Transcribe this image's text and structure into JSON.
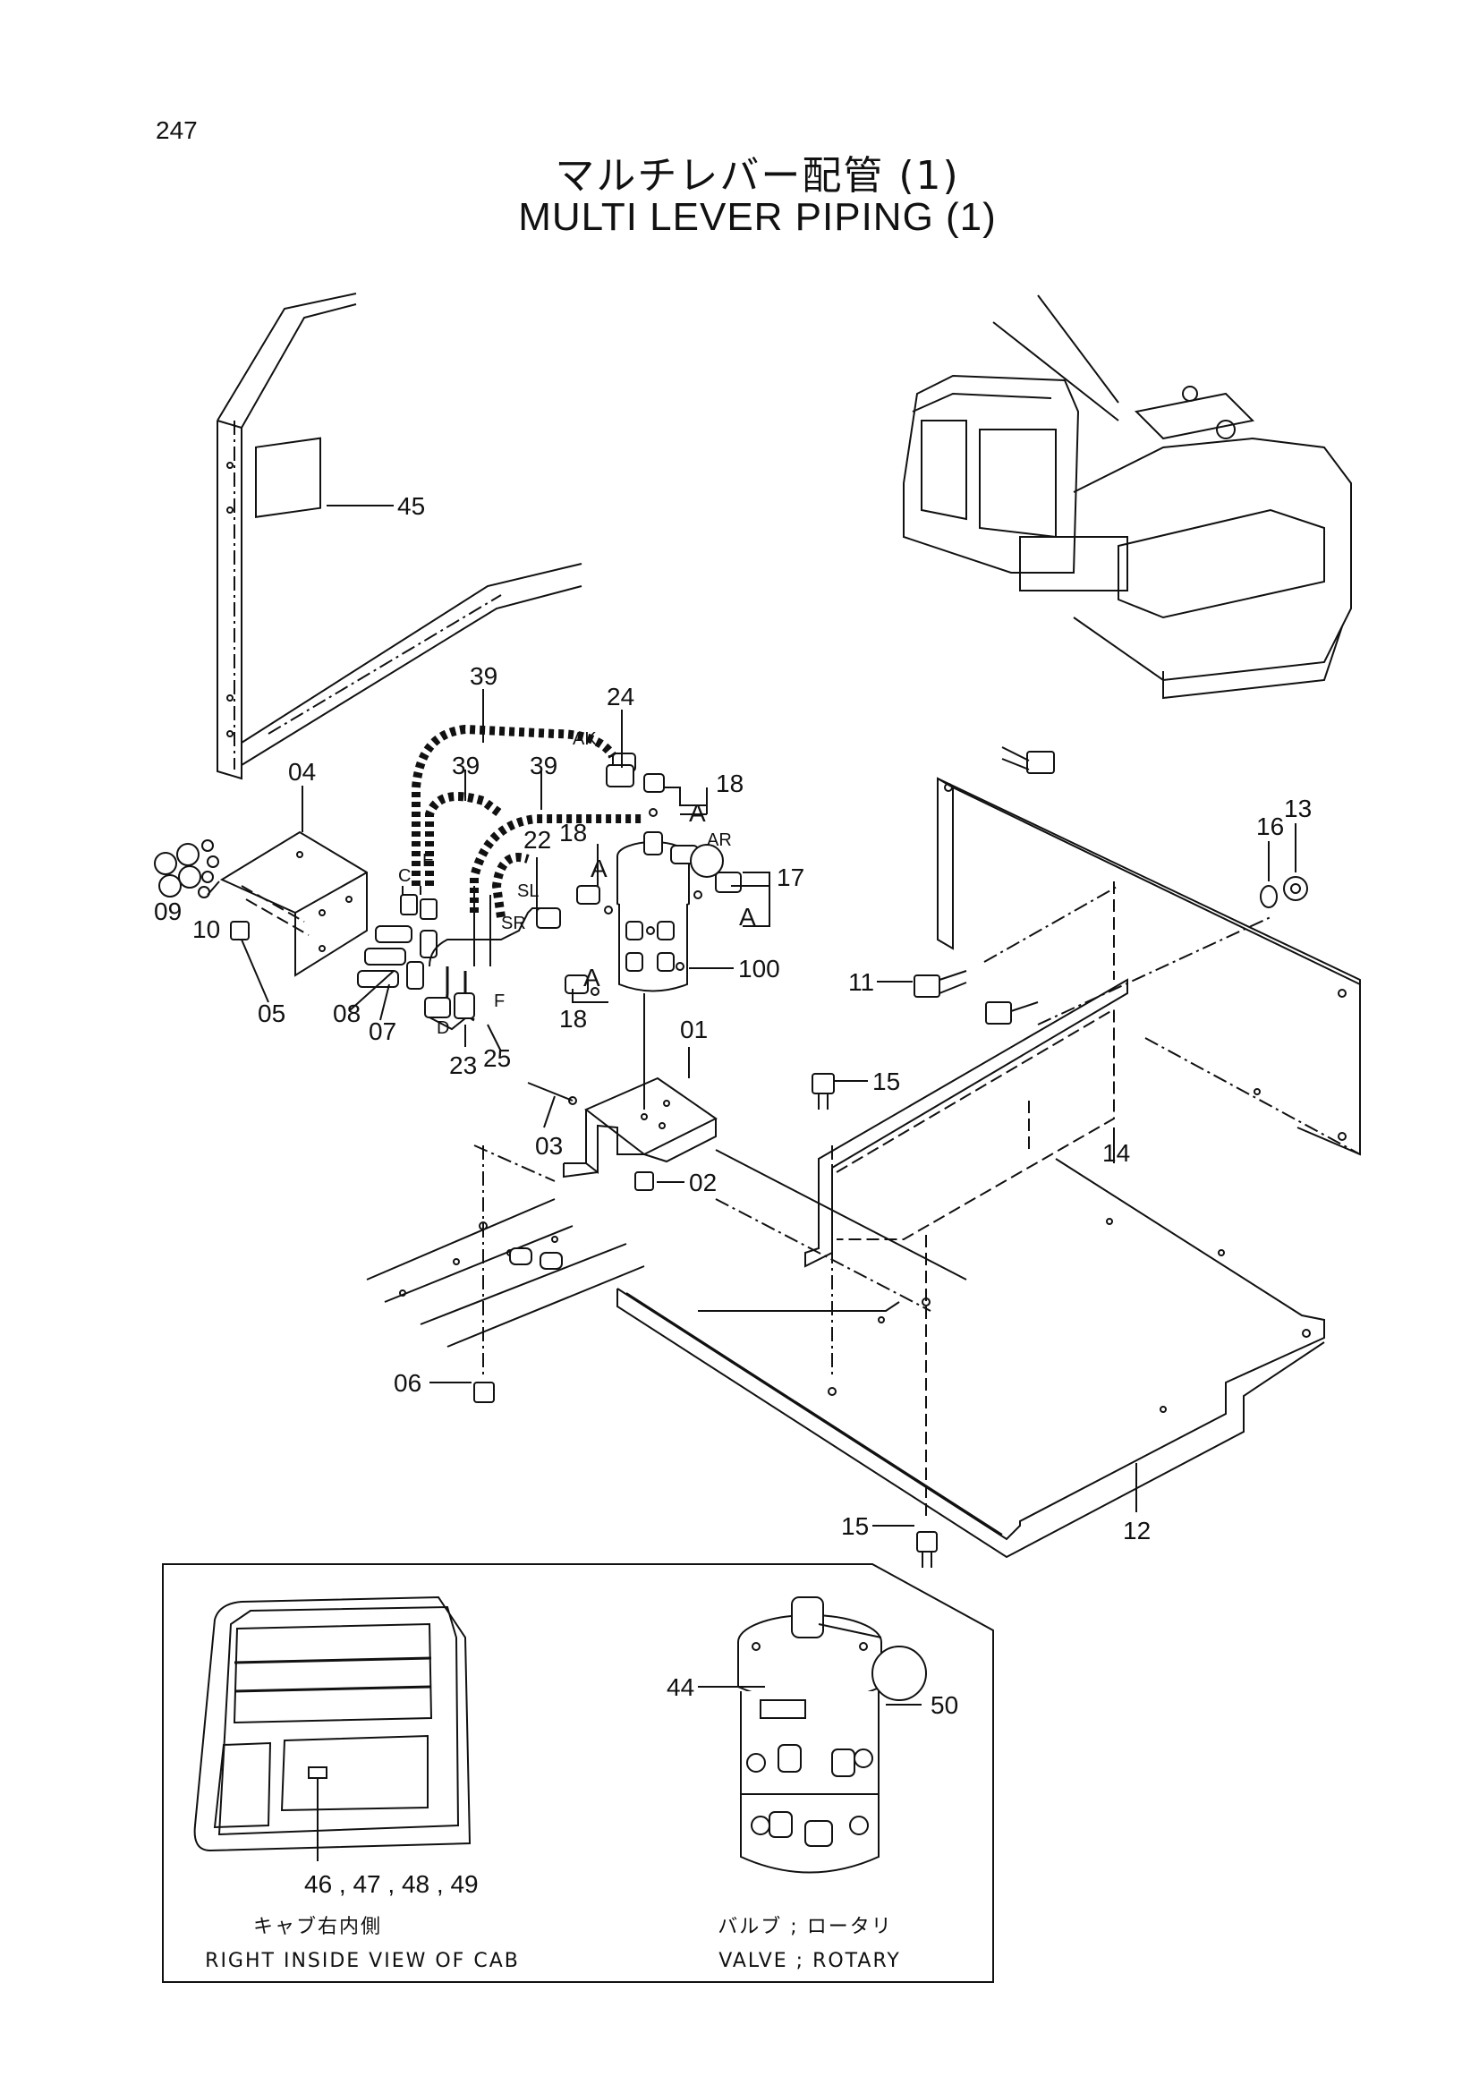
{
  "page_number": "247",
  "title_jp": "マルチレバー配管 (1)",
  "title_en": "MULTI LEVER PIPING (1)",
  "callouts": {
    "p45": "45",
    "p39a": "39",
    "p39b": "39",
    "p39c": "39",
    "p24": "24",
    "p18a": "18",
    "p18b": "18",
    "p18c": "18",
    "p22": "22",
    "p17": "17",
    "p100": "100",
    "p04": "04",
    "p09": "09",
    "p10": "10",
    "p05": "05",
    "p08": "08",
    "p07": "07",
    "p23": "23",
    "p25": "25",
    "p01": "01",
    "p03": "03",
    "p02": "02",
    "p06": "06",
    "p11": "11",
    "p15a": "15",
    "p15b": "15",
    "p16": "16",
    "p13": "13",
    "p14": "14",
    "p12": "12",
    "p44": "44",
    "p50": "50",
    "p46_49": "46 , 47 , 48 , 49"
  },
  "port_letters": {
    "ak": "AK",
    "ar": "AR",
    "sl": "SL",
    "sr": "SR",
    "c": "C",
    "e": "E",
    "d": "D",
    "f": "F",
    "a1": "A",
    "a2": "A",
    "a3": "A",
    "a4": "A"
  },
  "inset": {
    "left_caption_jp": "キャブ右内側",
    "left_caption_en": "RIGHT  INSIDE  VIEW  OF  CAB",
    "right_caption_jp": "バルブ ; ロータリ",
    "right_caption_en": "VALVE ; ROTARY"
  }
}
